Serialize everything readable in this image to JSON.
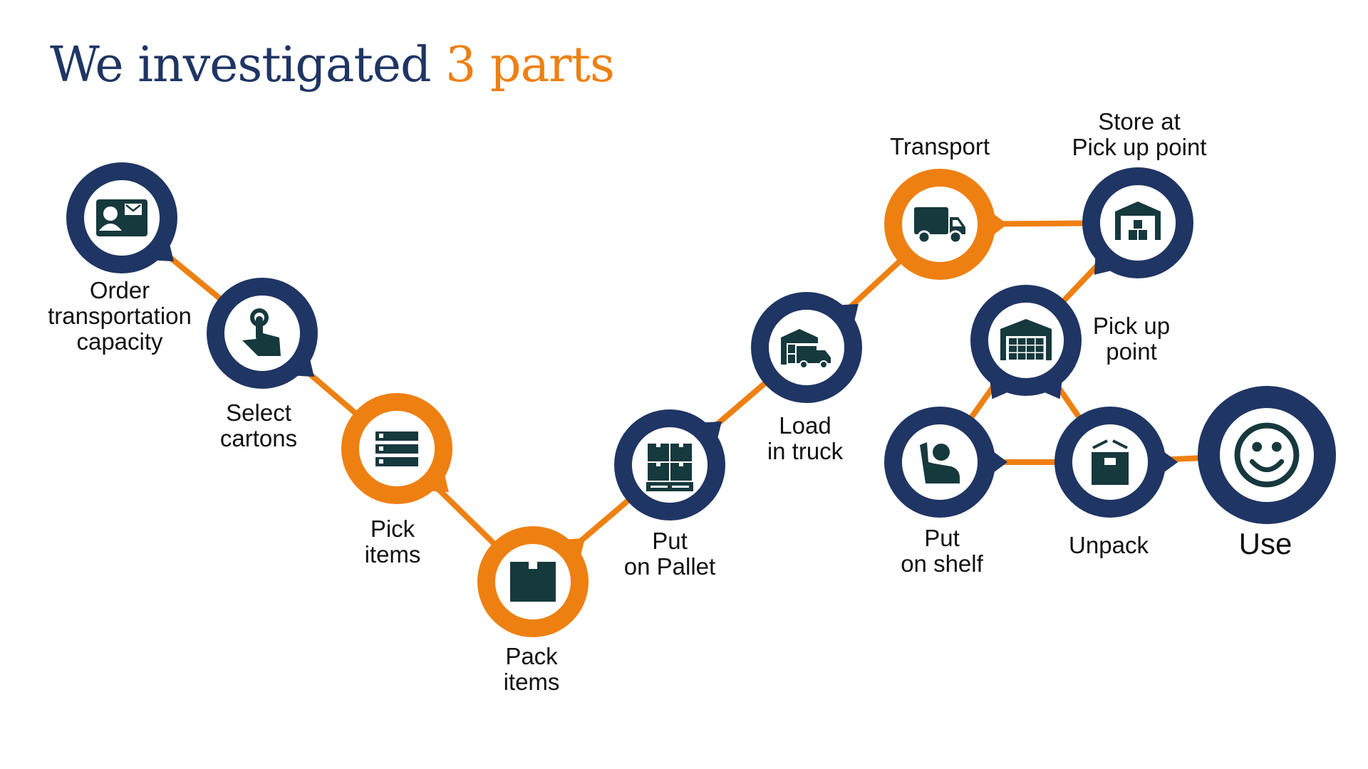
{
  "title": {
    "main": "We investigated ",
    "accent": "3 parts"
  },
  "colors": {
    "navy": "#1f3564",
    "orange": "#ee8012",
    "icon": "#16393d",
    "line": "#ee8012"
  },
  "steps": [
    {
      "id": "order",
      "label_lines": [
        "Order",
        "transportation",
        "capacity"
      ],
      "icon": "contact-card-icon",
      "ring": "navy"
    },
    {
      "id": "select",
      "label_lines": [
        "Select",
        "cartons"
      ],
      "icon": "touch-hand-icon",
      "ring": "navy"
    },
    {
      "id": "pick",
      "label_lines": [
        "Pick",
        "items"
      ],
      "icon": "list-icon",
      "ring": "orange"
    },
    {
      "id": "pack",
      "label_lines": [
        "Pack",
        "items"
      ],
      "icon": "box-icon",
      "ring": "orange"
    },
    {
      "id": "pallet",
      "label_lines": [
        "Put",
        "on Pallet"
      ],
      "icon": "pallet-icon",
      "ring": "navy"
    },
    {
      "id": "load",
      "label_lines": [
        "Load",
        "in truck"
      ],
      "icon": "warehouse-truck-icon",
      "ring": "navy"
    },
    {
      "id": "transport",
      "label_lines": [
        "Transport"
      ],
      "icon": "truck-icon",
      "ring": "orange"
    },
    {
      "id": "store",
      "label_lines": [
        "Store at",
        "Pick up point"
      ],
      "icon": "warehouse-boxes-icon",
      "ring": "navy"
    },
    {
      "id": "pickup",
      "label_lines": [
        "Pick up",
        "point"
      ],
      "icon": "warehouse-shelves-icon",
      "ring": "navy"
    },
    {
      "id": "shelf",
      "label_lines": [
        "Put",
        "on shelf"
      ],
      "icon": "person-reach-icon",
      "ring": "navy"
    },
    {
      "id": "unpack",
      "label_lines": [
        "Unpack"
      ],
      "icon": "open-box-icon",
      "ring": "navy"
    },
    {
      "id": "use",
      "label_lines": [
        "Use"
      ],
      "icon": "smiley-icon",
      "ring": "navy"
    }
  ]
}
